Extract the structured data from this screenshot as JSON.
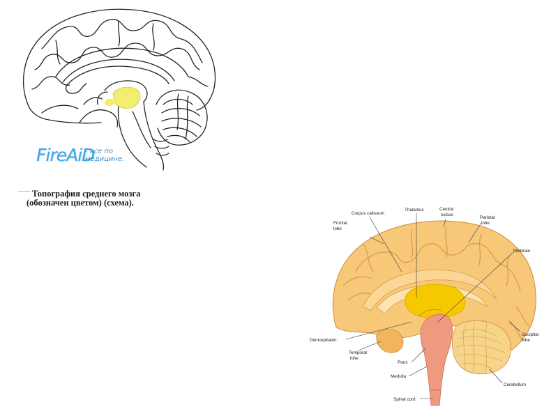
{
  "left_figure": {
    "watermark": {
      "brand": "FireAiD",
      "tagline_line1": "- все по",
      "tagline_line2": "медицине."
    },
    "caption_line1": "Топография среднего мозга",
    "caption_line2": "(обозначен цветом) (схема).",
    "highlight_color": "#f2ef6e"
  },
  "right_figure": {
    "labels": {
      "corpus_callosum": "Corpus callosum",
      "thalamus": "Thalamus",
      "central_sulcus_1": "Central",
      "central_sulcus_2": "sulcus",
      "frontal_lobe_1": "Frontal",
      "frontal_lobe_2": "lobe",
      "parietal_lobe_1": "Parietal",
      "parietal_lobe_2": "lobe",
      "midbrain": "Midbrain",
      "diencephalon": "Diencephalon",
      "occipital_lobe_1": "Occipital",
      "occipital_lobe_2": "lobe",
      "temporal_lobe_1": "Temporal",
      "temporal_lobe_2": "lobe",
      "pons": "Pons",
      "medulla": "Medulla",
      "cerebellum": "Cerebellum",
      "spinal_cord": "Spinal cord"
    },
    "colors": {
      "cortex": "#f7c878",
      "thalamus": "#f5c800",
      "brainstem": "#ef9a80",
      "outline": "#c98a3a"
    }
  }
}
